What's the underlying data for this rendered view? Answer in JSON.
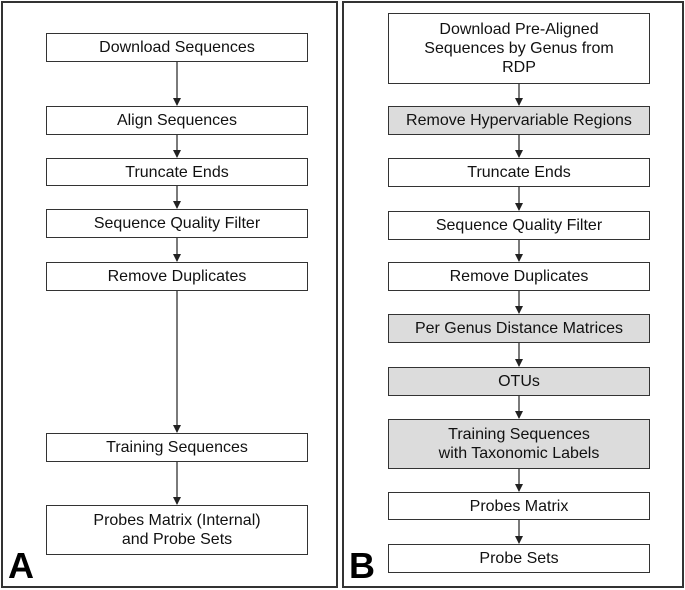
{
  "panel_a": {
    "letter": "A",
    "steps": [
      "Download Sequences",
      "Align Sequences",
      "Truncate Ends",
      "Sequence Quality Filter",
      "Remove Duplicates",
      "Training Sequences",
      "Probes Matrix (Internal)\nand Probe Sets"
    ]
  },
  "panel_b": {
    "letter": "B",
    "steps": [
      "Download Pre-Aligned\nSequences by Genus  from\nRDP",
      "Remove Hypervariable Regions",
      "Truncate Ends",
      "Sequence Quality Filter",
      "Remove Duplicates",
      "Per Genus Distance Matrices",
      "OTUs",
      "Training Sequences\nwith Taxonomic Labels",
      "Probes Matrix",
      "Probe Sets"
    ],
    "highlight_color": "#dcdcdc"
  }
}
